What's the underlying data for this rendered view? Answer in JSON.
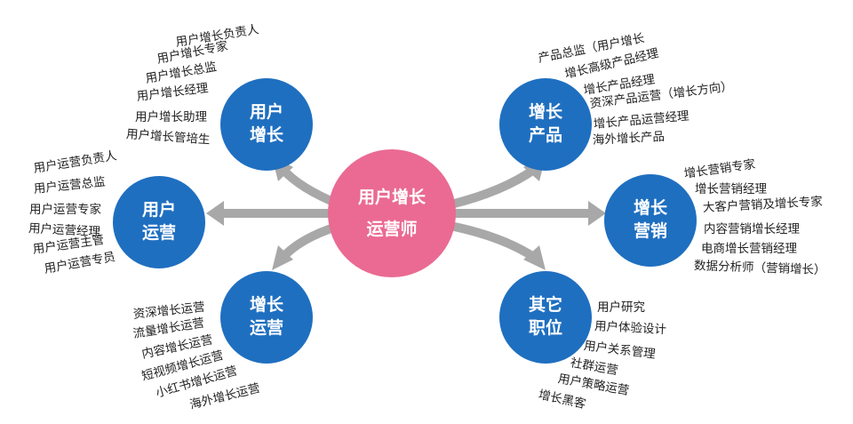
{
  "center": {
    "line1": "用户增长",
    "line2": "运营师",
    "color": "#ea6a93"
  },
  "node_color": "#1f6fc0",
  "arrow_color": "#a8a8a8",
  "nodes": {
    "user_growth": {
      "line1": "用户",
      "line2": "增长",
      "items": [
        "用户增长负责人",
        "用户增长专家",
        "用户增长总监",
        "用户增长经理",
        "用户增长助理",
        "用户增长管培生"
      ]
    },
    "user_ops": {
      "line1": "用户",
      "line2": "运营",
      "items": [
        "用户运营负责人",
        "用户运营总监",
        "用户运营专家",
        "用户运营经理",
        "用户运营主管",
        "用户运营专员"
      ]
    },
    "growth_ops": {
      "line1": "增长",
      "line2": "运营",
      "items": [
        "资深增长运营",
        "流量增长运营",
        "内容增长运营",
        "短视频增长运营",
        "小红书增长运营",
        "海外增长运营"
      ]
    },
    "growth_product": {
      "line1": "增长",
      "line2": "产品",
      "items": [
        "产品总监（用户增长",
        "增长高级产品经理",
        "增长产品经理",
        "资深产品运营（增长方向）",
        "增长产品运营经理",
        "海外增长产品"
      ]
    },
    "growth_marketing": {
      "line1": "增长",
      "line2": "营销",
      "items": [
        "增长营销专家",
        "增长营销经理",
        "大客户营销及增长专家",
        "内容营销增长经理",
        "电商增长营销经理",
        "数据分析师（营销增长）"
      ]
    },
    "other_roles": {
      "line1": "其它",
      "line2": "职位",
      "items": [
        "用户研究",
        "用户体验设计",
        "用户关系管理",
        "社群运营",
        "用户策略运营",
        "增长黑客"
      ]
    }
  }
}
